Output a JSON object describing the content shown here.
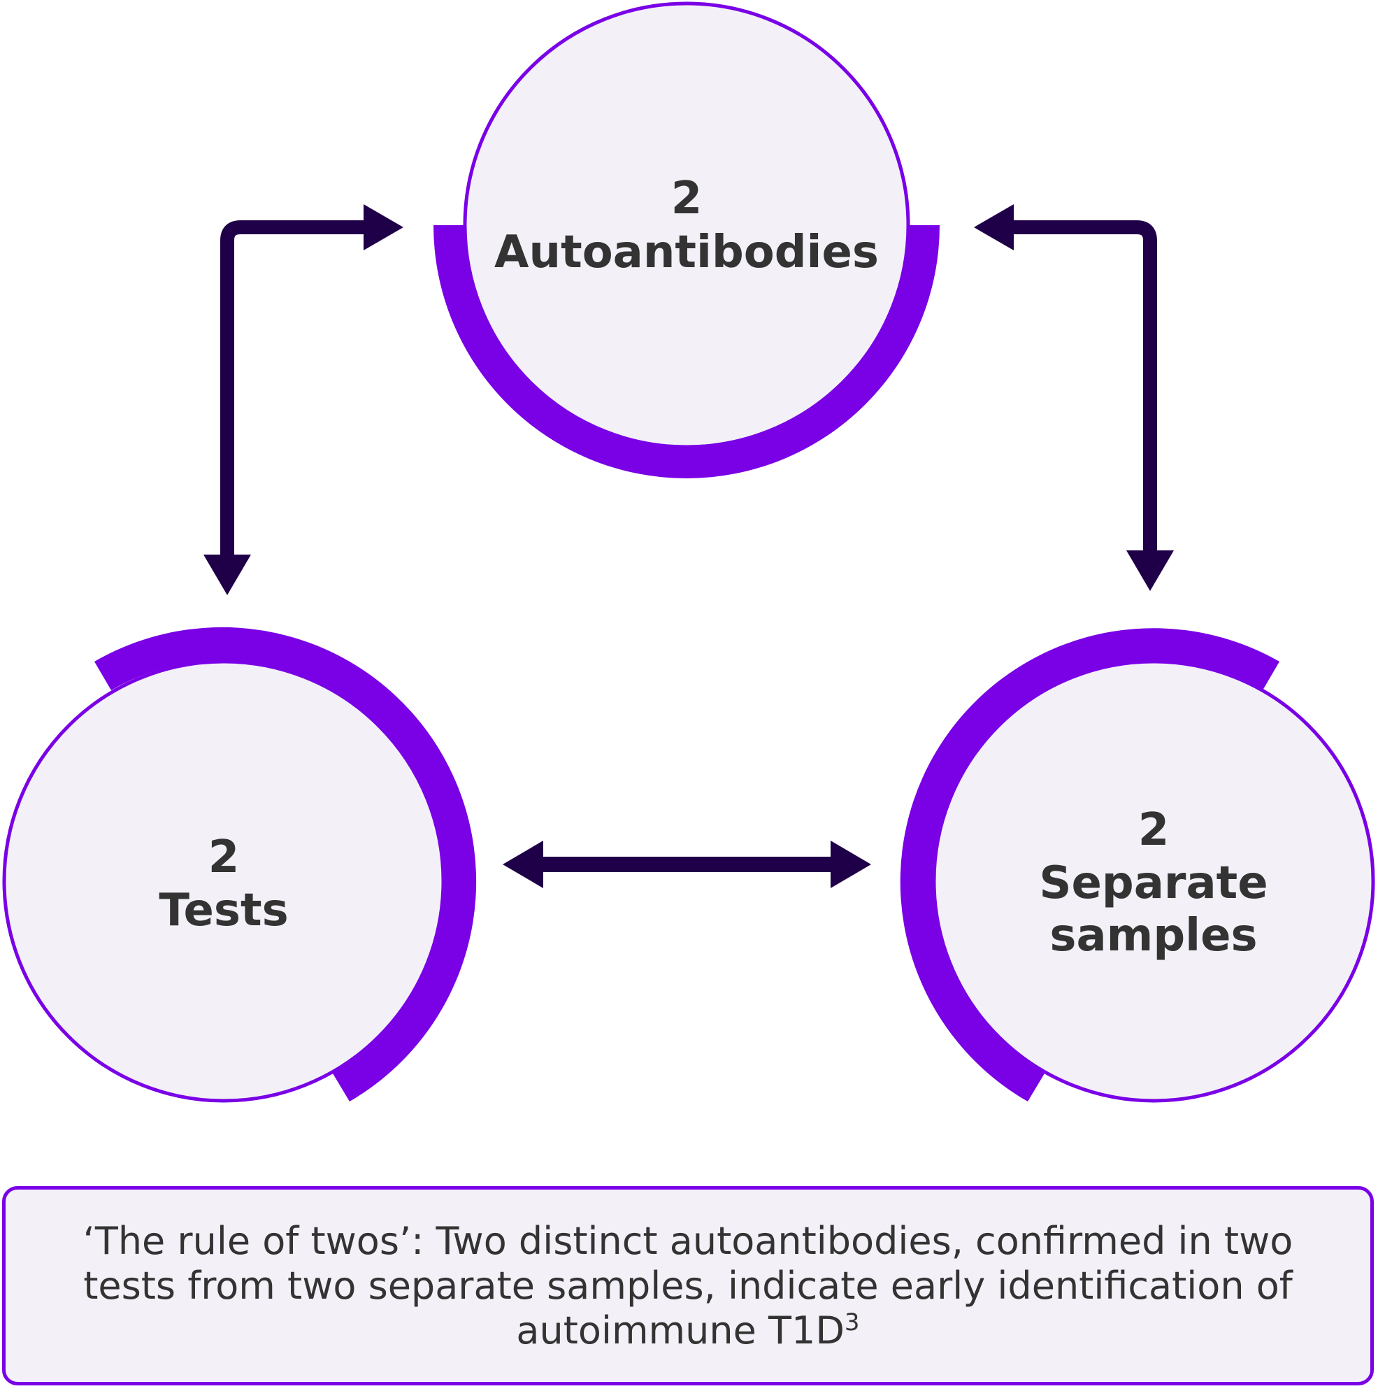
{
  "colors": {
    "accent_purple": "#7a00e6",
    "arrow_dark": "#1f0048",
    "circle_fill": "#f3f1f7",
    "text_dark": "#333333"
  },
  "nodes": {
    "autoantibodies": {
      "number": "2",
      "label": "Autoantibodies"
    },
    "tests": {
      "number": "2",
      "label": "Tests"
    },
    "samples": {
      "number": "2",
      "label_line1": "Separate",
      "label_line2": "samples"
    }
  },
  "connectors": [
    {
      "from": "tests",
      "to": "autoantibodies",
      "type": "bidirectional-elbow-arrow"
    },
    {
      "from": "autoantibodies",
      "to": "samples",
      "type": "bidirectional-elbow-arrow"
    },
    {
      "from": "tests",
      "to": "samples",
      "type": "bidirectional-straight-arrow"
    }
  ],
  "caption": {
    "text": "‘The rule of twos’: Two distinct autoantibodies, confirmed in two tests from two separate samples, indicate early identification of autoimmune T1D",
    "superscript": "3"
  }
}
